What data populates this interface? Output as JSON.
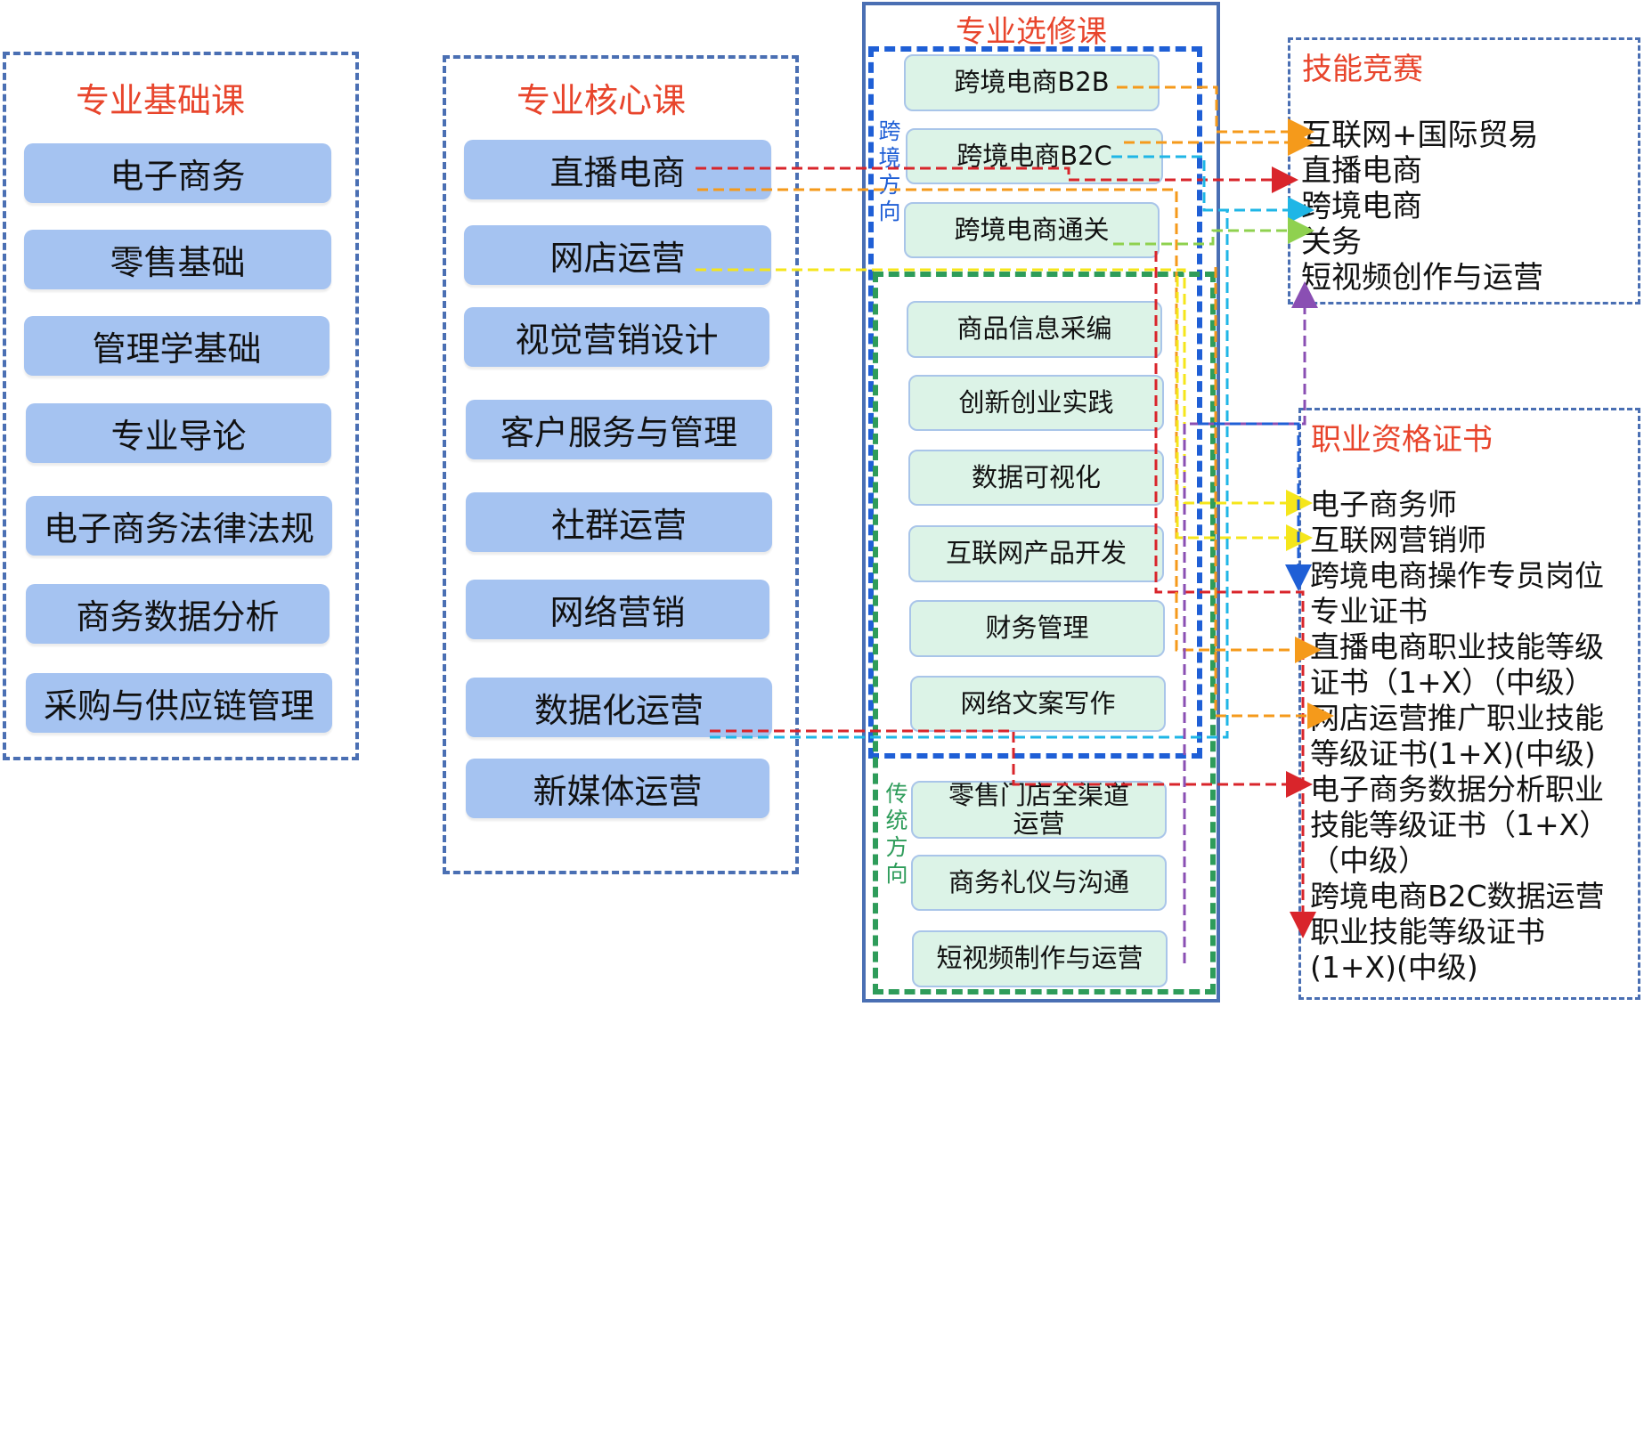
{
  "foundation": {
    "title": "专业基础课",
    "items": [
      "电子商务",
      "零售基础",
      "管理学基础",
      "专业导论",
      "电子商务法律法规",
      "商务数据分析",
      "采购与供应链管理"
    ]
  },
  "core": {
    "title": "专业核心课",
    "items": [
      "直播电商",
      "网店运营",
      "视觉营销设计",
      "客户服务与管理",
      "社群运营",
      "网络营销",
      "数据化运营",
      "新媒体运营"
    ]
  },
  "elective": {
    "title": "专业选修课",
    "cross_border_label": "跨境方向",
    "traditional_label": "传统方向",
    "cross_border_items": [
      "跨境电商B2B",
      "跨境电商B2C",
      "跨境电商通关"
    ],
    "middle_items": [
      "商品信息采编",
      "创新创业实践",
      "数据可视化",
      "互联网产品开发",
      "财务管理",
      "网络文案写作"
    ],
    "traditional_items": [
      "零售门店全渠道运营",
      "商务礼仪与沟通",
      "短视频制作与运营"
    ]
  },
  "competition": {
    "title": "技能竞赛",
    "items": [
      "互联网+国际贸易",
      "直播电商",
      "跨境电商",
      "关务",
      "短视频创作与运营"
    ]
  },
  "certificates": {
    "title": "职业资格证书",
    "text": "电子商务师\n互联网营销师\n跨境电商操作专员岗位\n专业证书\n直播电商职业技能等级\n证书（1+X）（中级）\n网店运营推广职业技能\n等级证书(1+X)(中级)\n电子商务数据分析职业\n技能等级证书（1+X）\n（中级）\n跨境电商B2C数据运营\n职业技能等级证书\n(1+X)(中级)"
  },
  "colors": {
    "title_red": "#e8452c",
    "box_blue": "#4a6fb3",
    "pill_blue": "#a5c3f1",
    "elective_green": "#dcf3e7",
    "dash_green": "#2e9c5a",
    "dash_blue": "#1f5fd6",
    "link_red": "#d9252b",
    "link_orange": "#f59a1b",
    "link_yellow": "#f5e61b",
    "link_cyan": "#1fb6e6",
    "link_lime": "#8fd14f",
    "link_purple": "#8a4fb3"
  }
}
